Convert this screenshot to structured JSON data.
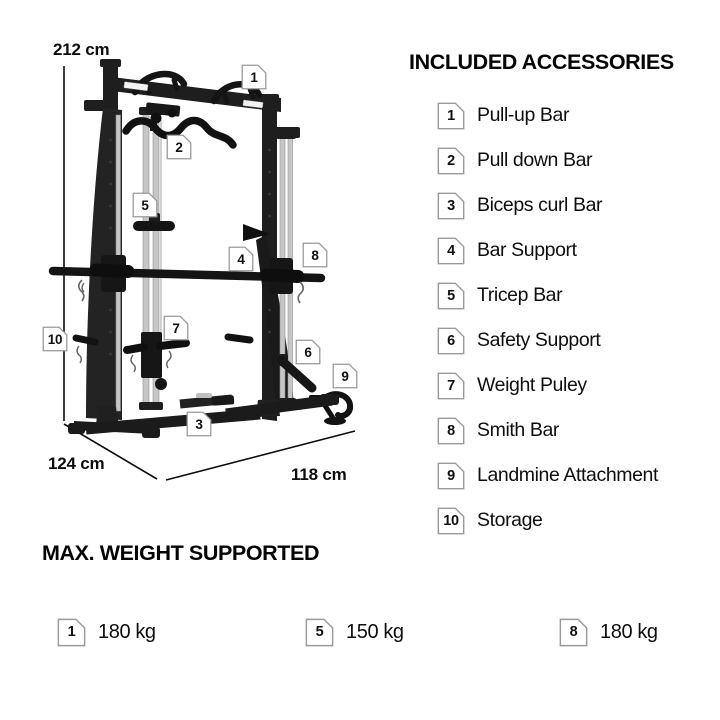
{
  "accessories": {
    "title": "INCLUDED ACCESSORIES",
    "items": [
      {
        "num": "1",
        "label": "Pull-up Bar"
      },
      {
        "num": "2",
        "label": "Pull down Bar"
      },
      {
        "num": "3",
        "label": "Biceps curl Bar"
      },
      {
        "num": "4",
        "label": "Bar Support"
      },
      {
        "num": "5",
        "label": "Tricep Bar"
      },
      {
        "num": "6",
        "label": "Safety Support"
      },
      {
        "num": "7",
        "label": "Weight Puley"
      },
      {
        "num": "8",
        "label": "Smith Bar"
      },
      {
        "num": "9",
        "label": "Landmine Attachment"
      },
      {
        "num": "10",
        "label": "Storage"
      }
    ]
  },
  "max_weight": {
    "title": "MAX. WEIGHT SUPPORTED",
    "entries": [
      {
        "num": "1",
        "value": "180 kg"
      },
      {
        "num": "5",
        "value": "150 kg"
      },
      {
        "num": "8",
        "value": "180 kg"
      }
    ]
  },
  "diagram": {
    "dimensions": {
      "height": "212 cm",
      "depth": "124 cm",
      "width": "118 cm"
    },
    "callouts": [
      {
        "num": "1"
      },
      {
        "num": "2"
      },
      {
        "num": "3"
      },
      {
        "num": "4"
      },
      {
        "num": "5"
      },
      {
        "num": "6"
      },
      {
        "num": "7"
      },
      {
        "num": "8"
      },
      {
        "num": "9"
      },
      {
        "num": "10"
      }
    ]
  },
  "colors": {
    "background": "#ffffff",
    "text": "#0d0d0d",
    "badge_border": "#9a9a9a",
    "frame_dark": "#1e1e1e",
    "chrome_rail": "#c6c6c6",
    "cable": "#bdbdbd"
  }
}
